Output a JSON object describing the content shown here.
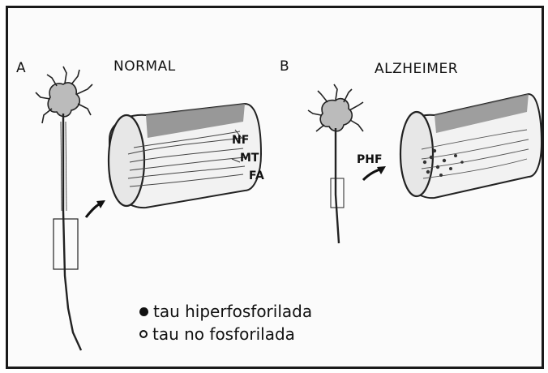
{
  "panel_a": {
    "letter": "A",
    "title": "NORMAL"
  },
  "panel_b": {
    "letter": "B",
    "title": "ALZHEIMER"
  },
  "parts": {
    "nf": "NF",
    "mt": "MT",
    "fa": "FA",
    "phf": "PHF"
  },
  "legend": {
    "filled": "tau hiperfosforilada",
    "open": "tau no fosforilada"
  }
}
